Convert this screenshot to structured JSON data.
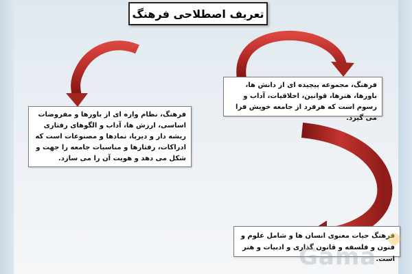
{
  "slide": {
    "title": "تعریف اصطلاحی فرهنگ",
    "definitions": [
      {
        "id": "top-right",
        "text": "فرهنگ، مجموعه پیچیده ای از دانش ها، باورها، هنرها، قوانین، اخلاقیات، آداب و رسوم است که هرفرد از جامعه خویش فرا می گیرد."
      },
      {
        "id": "left",
        "text": "فرهنگ، نظام واره ای از باورها و مفروضات اساسی، ارزش ها، آداب و الگوهای رفتاری ریشه دار و دیرپا، نمادها و مصنوعات است که ادراکات، رفتارها و مناسبات جامعه را جهت و شکل می دهد و هویت آن را می سازد."
      },
      {
        "id": "bottom",
        "text": "فرهنگ حیات معنوی انسان ها و شامل علوم و فنون و فلسفه و قانون گذاری و ادبیات و هنر است."
      }
    ]
  },
  "watermark": {
    "brand": "Gama"
  },
  "colors": {
    "arrow_red": "#b22a26",
    "arrow_dark": "#7d1512",
    "background": "#e9eef3"
  }
}
